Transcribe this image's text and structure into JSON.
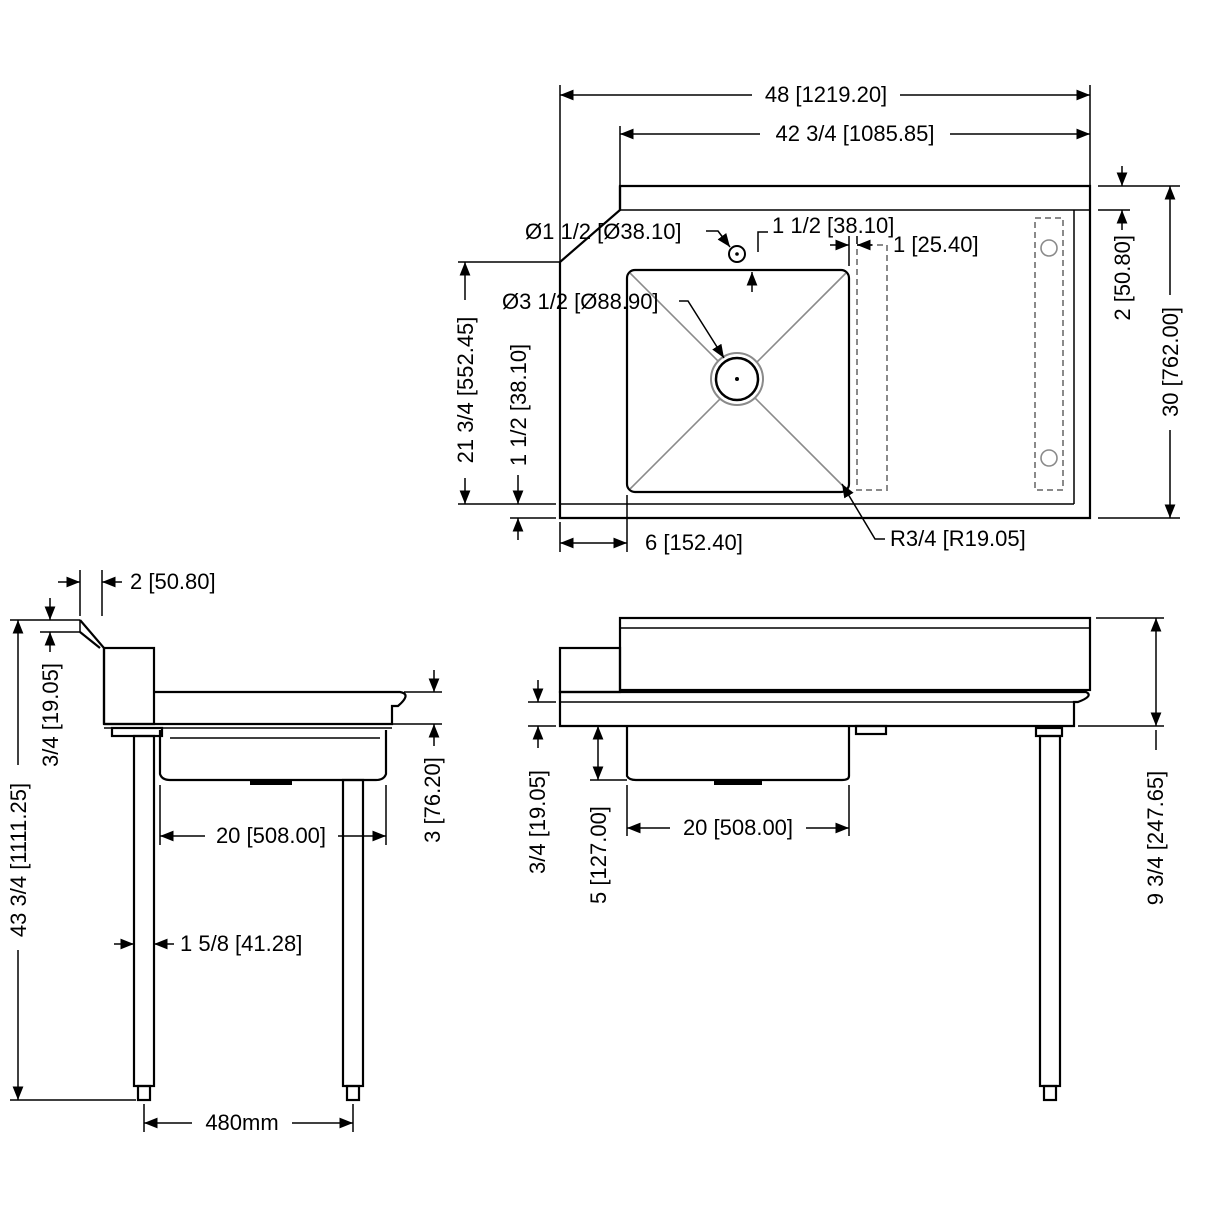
{
  "top_view": {
    "overall_width": "48 [1219.20]",
    "inner_width": "42 3/4 [1085.85]",
    "faucet_hole": "Ø1 1/2 [Ø38.10]",
    "faucet_offset": "1 1/2 [38.10]",
    "drainboard_gap": "1 [25.40]",
    "drain": "Ø3 1/2 [Ø88.90]",
    "backsplash_depth": "2 [50.80]",
    "overall_depth": "30 [762.00]",
    "bowl_front_back": "21 3/4 [552.45]",
    "front_edge": "1 1/2 [38.10]",
    "bowl_offset": "6 [152.40]",
    "corner_radius": "R3/4 [R19.05]"
  },
  "side_view": {
    "backsplash": "2 [50.80]",
    "lip": "3/4 [19.05]",
    "overall_height": "43 3/4 [1111.25]",
    "bowl_width": "20 [508.00]",
    "rim_height": "3 [76.20]",
    "leg_diameter": "1 5/8 [41.28]",
    "leg_spacing": "480mm"
  },
  "front_view": {
    "lip": "3/4 [19.05]",
    "bowl_depth": "5 [127.00]",
    "bowl_width": "20 [508.00]",
    "splash_height": "9 3/4 [247.65]"
  }
}
